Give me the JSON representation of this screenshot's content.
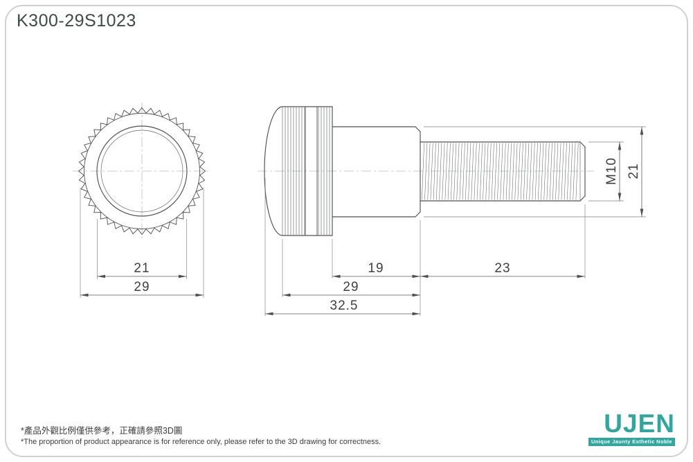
{
  "title": "K300-29S1023",
  "front_view": {
    "dim_inner": "21",
    "dim_outer": "29"
  },
  "side_view": {
    "dim_neck_length": "19",
    "dim_thread_length": "23",
    "dim_body_length": "29",
    "dim_total_length": "32.5",
    "dim_thread_size": "M10",
    "dim_neck_diameter": "21"
  },
  "notes": {
    "zh": "*產品外觀比例僅供參考，正確請參照3D圖",
    "en": "*The proportion of product appearance is for reference only, please refer to the 3D drawing for correctness."
  },
  "logo": {
    "name": "UJEN",
    "tagline": "Unique Jaunty Esthetic Noble",
    "color": "#2fa79e"
  }
}
